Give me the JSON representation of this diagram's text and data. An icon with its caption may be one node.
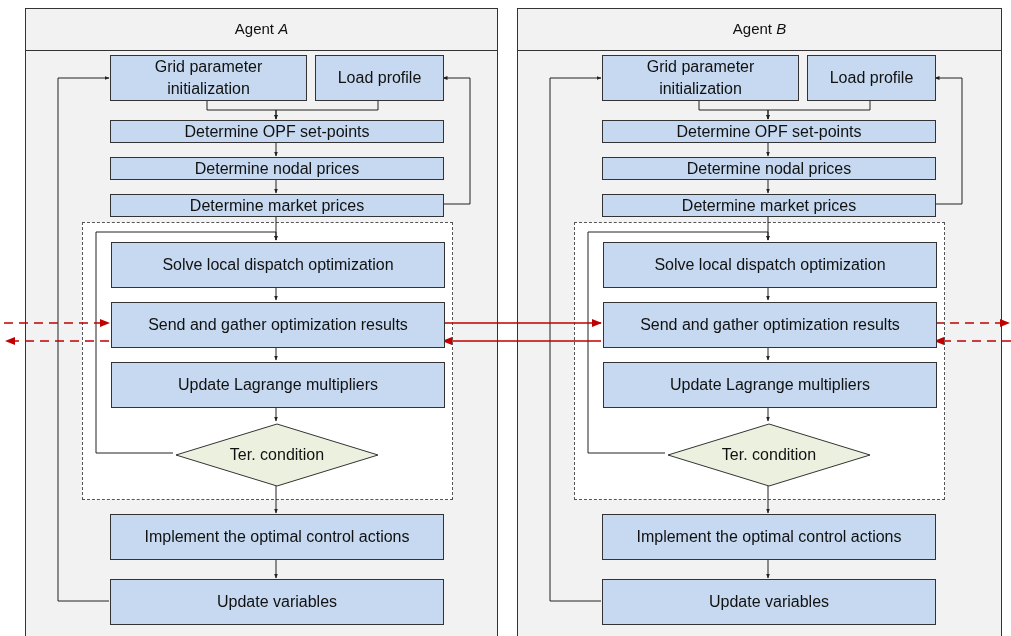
{
  "diagram": {
    "nodes": [
      {
        "text": [
          "Agent *A*"
        ]
      },
      {
        "text": [
          "Grid parameter initialization"
        ],
        "in": 0
      },
      {
        "text": [
          "Load profile"
        ],
        "in": 0
      },
      {
        "text": [
          "Determine OPF set-points"
        ],
        "in": 0
      },
      {
        "text": [
          "Determine nodal prices"
        ],
        "in": 0
      },
      {
        "text": [
          "Determine market prices"
        ],
        "in": 0
      },
      {
        "text": [],
        "shape": "box",
        "in": 0
      },
      {
        "text": [
          "Solve local dispatch optimization"
        ],
        "in": 6
      },
      {
        "text": [
          "Send and gather optimization results"
        ],
        "in": 6
      },
      {
        "text": [
          "Update Lagrange multipliers"
        ],
        "in": 6
      },
      {
        "text": [
          "Ter. condition"
        ],
        "in": 6
      },
      {
        "text": [
          "Implement the optimal control actions"
        ],
        "in": 0
      },
      {
        "text": [
          "Update variables"
        ],
        "in": 0
      },
      {
        "text": [
          "Agent *B*"
        ]
      },
      {
        "text": [
          "Grid parameter initialization"
        ],
        "in": 13
      },
      {
        "text": [
          "Load profile"
        ],
        "in": 13
      },
      {
        "text": [
          "Determine OPF set-points"
        ],
        "in": 13
      },
      {
        "text": [
          "Determine nodal prices"
        ],
        "in": 13
      },
      {
        "text": [
          "Determine market prices"
        ],
        "in": 13
      },
      {
        "text": [],
        "shape": "box",
        "in": 13
      },
      {
        "text": [
          "Solve local dispatch optimization"
        ],
        "in": 19
      },
      {
        "text": [
          "Send and gather optimization results"
        ],
        "in": 19
      },
      {
        "text": [
          "Update Lagrange multipliers"
        ],
        "in": 19
      },
      {
        "text": [
          "Ter. condition"
        ],
        "in": 19
      },
      {
        "text": [
          "Implement the optimal control actions"
        ],
        "in": 13
      },
      {
        "text": [
          "Update variables"
        ],
        "in": 13
      }
    ],
    "edges": [
      {
        "from": 1,
        "to": 3,
        "arrow": "to"
      },
      {
        "from": 2,
        "to": 3,
        "arrow": "to"
      },
      {
        "from": 3,
        "to": 4,
        "arrow": "to"
      },
      {
        "from": 4,
        "to": 5,
        "arrow": "to"
      },
      {
        "from": 5,
        "to": 2,
        "arrow": "to"
      },
      {
        "from": 5,
        "to": 7,
        "arrow": "to"
      },
      {
        "from": 10,
        "to": 7,
        "arrow": "to"
      },
      {
        "from": 7,
        "to": 8,
        "arrow": "to"
      },
      {
        "from": 8,
        "to": 9,
        "arrow": "to"
      },
      {
        "from": 9,
        "to": 10,
        "arrow": "to"
      },
      {
        "from": 10,
        "to": 11,
        "arrow": "to"
      },
      {
        "from": 11,
        "to": 12,
        "arrow": "to"
      },
      {
        "from": 12,
        "to": 1,
        "arrow": "to"
      },
      {
        "from": 14,
        "to": 16,
        "arrow": "to"
      },
      {
        "from": 15,
        "to": 16,
        "arrow": "to"
      },
      {
        "from": 16,
        "to": 17,
        "arrow": "to"
      },
      {
        "from": 17,
        "to": 18,
        "arrow": "to"
      },
      {
        "from": 18,
        "to": 15,
        "arrow": "to"
      },
      {
        "from": 18,
        "to": 20,
        "arrow": "to"
      },
      {
        "from": 23,
        "to": 20,
        "arrow": "to"
      },
      {
        "from": 20,
        "to": 21,
        "arrow": "to"
      },
      {
        "from": 21,
        "to": 22,
        "arrow": "to"
      },
      {
        "from": 22,
        "to": 23,
        "arrow": "to"
      },
      {
        "from": 23,
        "to": 24,
        "arrow": "to"
      },
      {
        "from": 24,
        "to": 25,
        "arrow": "to"
      },
      {
        "from": 25,
        "to": 14,
        "arrow": "to"
      },
      {
        "from": 8,
        "to": 21,
        "arrow": "to",
        "color": "#c00000"
      },
      {
        "from": 21,
        "to": 8,
        "arrow": "to",
        "color": "#c00000"
      },
      {
        "from": null,
        "to": 8,
        "arrow": "to",
        "style": "dashed",
        "color": "#c00000"
      },
      {
        "from": 8,
        "to": null,
        "arrow": "to",
        "style": "dashed",
        "color": "#c00000"
      },
      {
        "from": 21,
        "to": null,
        "arrow": "to",
        "style": "dashed",
        "color": "#c00000"
      },
      {
        "from": null,
        "to": 21,
        "arrow": "to",
        "style": "dashed",
        "color": "#c00000"
      }
    ]
  }
}
